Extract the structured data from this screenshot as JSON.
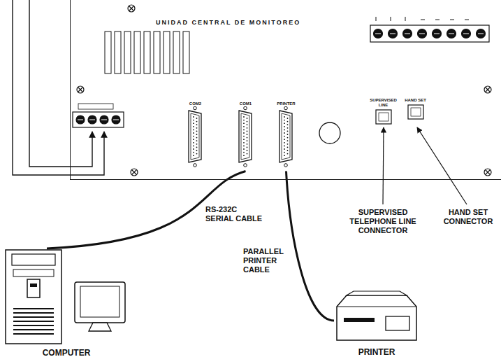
{
  "diagram": {
    "nodes": [
      {
        "text": [
          "UNIDAD CENTRAL DE MONITOREO"
        ]
      },
      {
        "text": [
          "COM2"
        ],
        "in": 0
      },
      {
        "text": [
          "COM1"
        ],
        "in": 0
      },
      {
        "text": [
          "PRINTER"
        ],
        "in": 0
      },
      {
        "text": [
          "SUPERVISED LINE"
        ],
        "in": 0
      },
      {
        "text": [
          "HAND SET"
        ],
        "in": 0
      },
      {
        "text": [
          "COMPUTER"
        ]
      },
      {
        "text": [
          "PRINTER"
        ]
      }
    ],
    "edges": [
      {
        "from": 6,
        "to": 2,
        "arrow": "none",
        "label": "RS-232C SERIAL CABLE"
      },
      {
        "from": 3,
        "to": 7,
        "arrow": "none",
        "label": "PARALLEL PRINTER CABLE"
      }
    ],
    "labels": [
      "SUPERVISED TELEPHONE LINE CONNECTOR",
      "HAND SET CONNECTOR"
    ]
  }
}
